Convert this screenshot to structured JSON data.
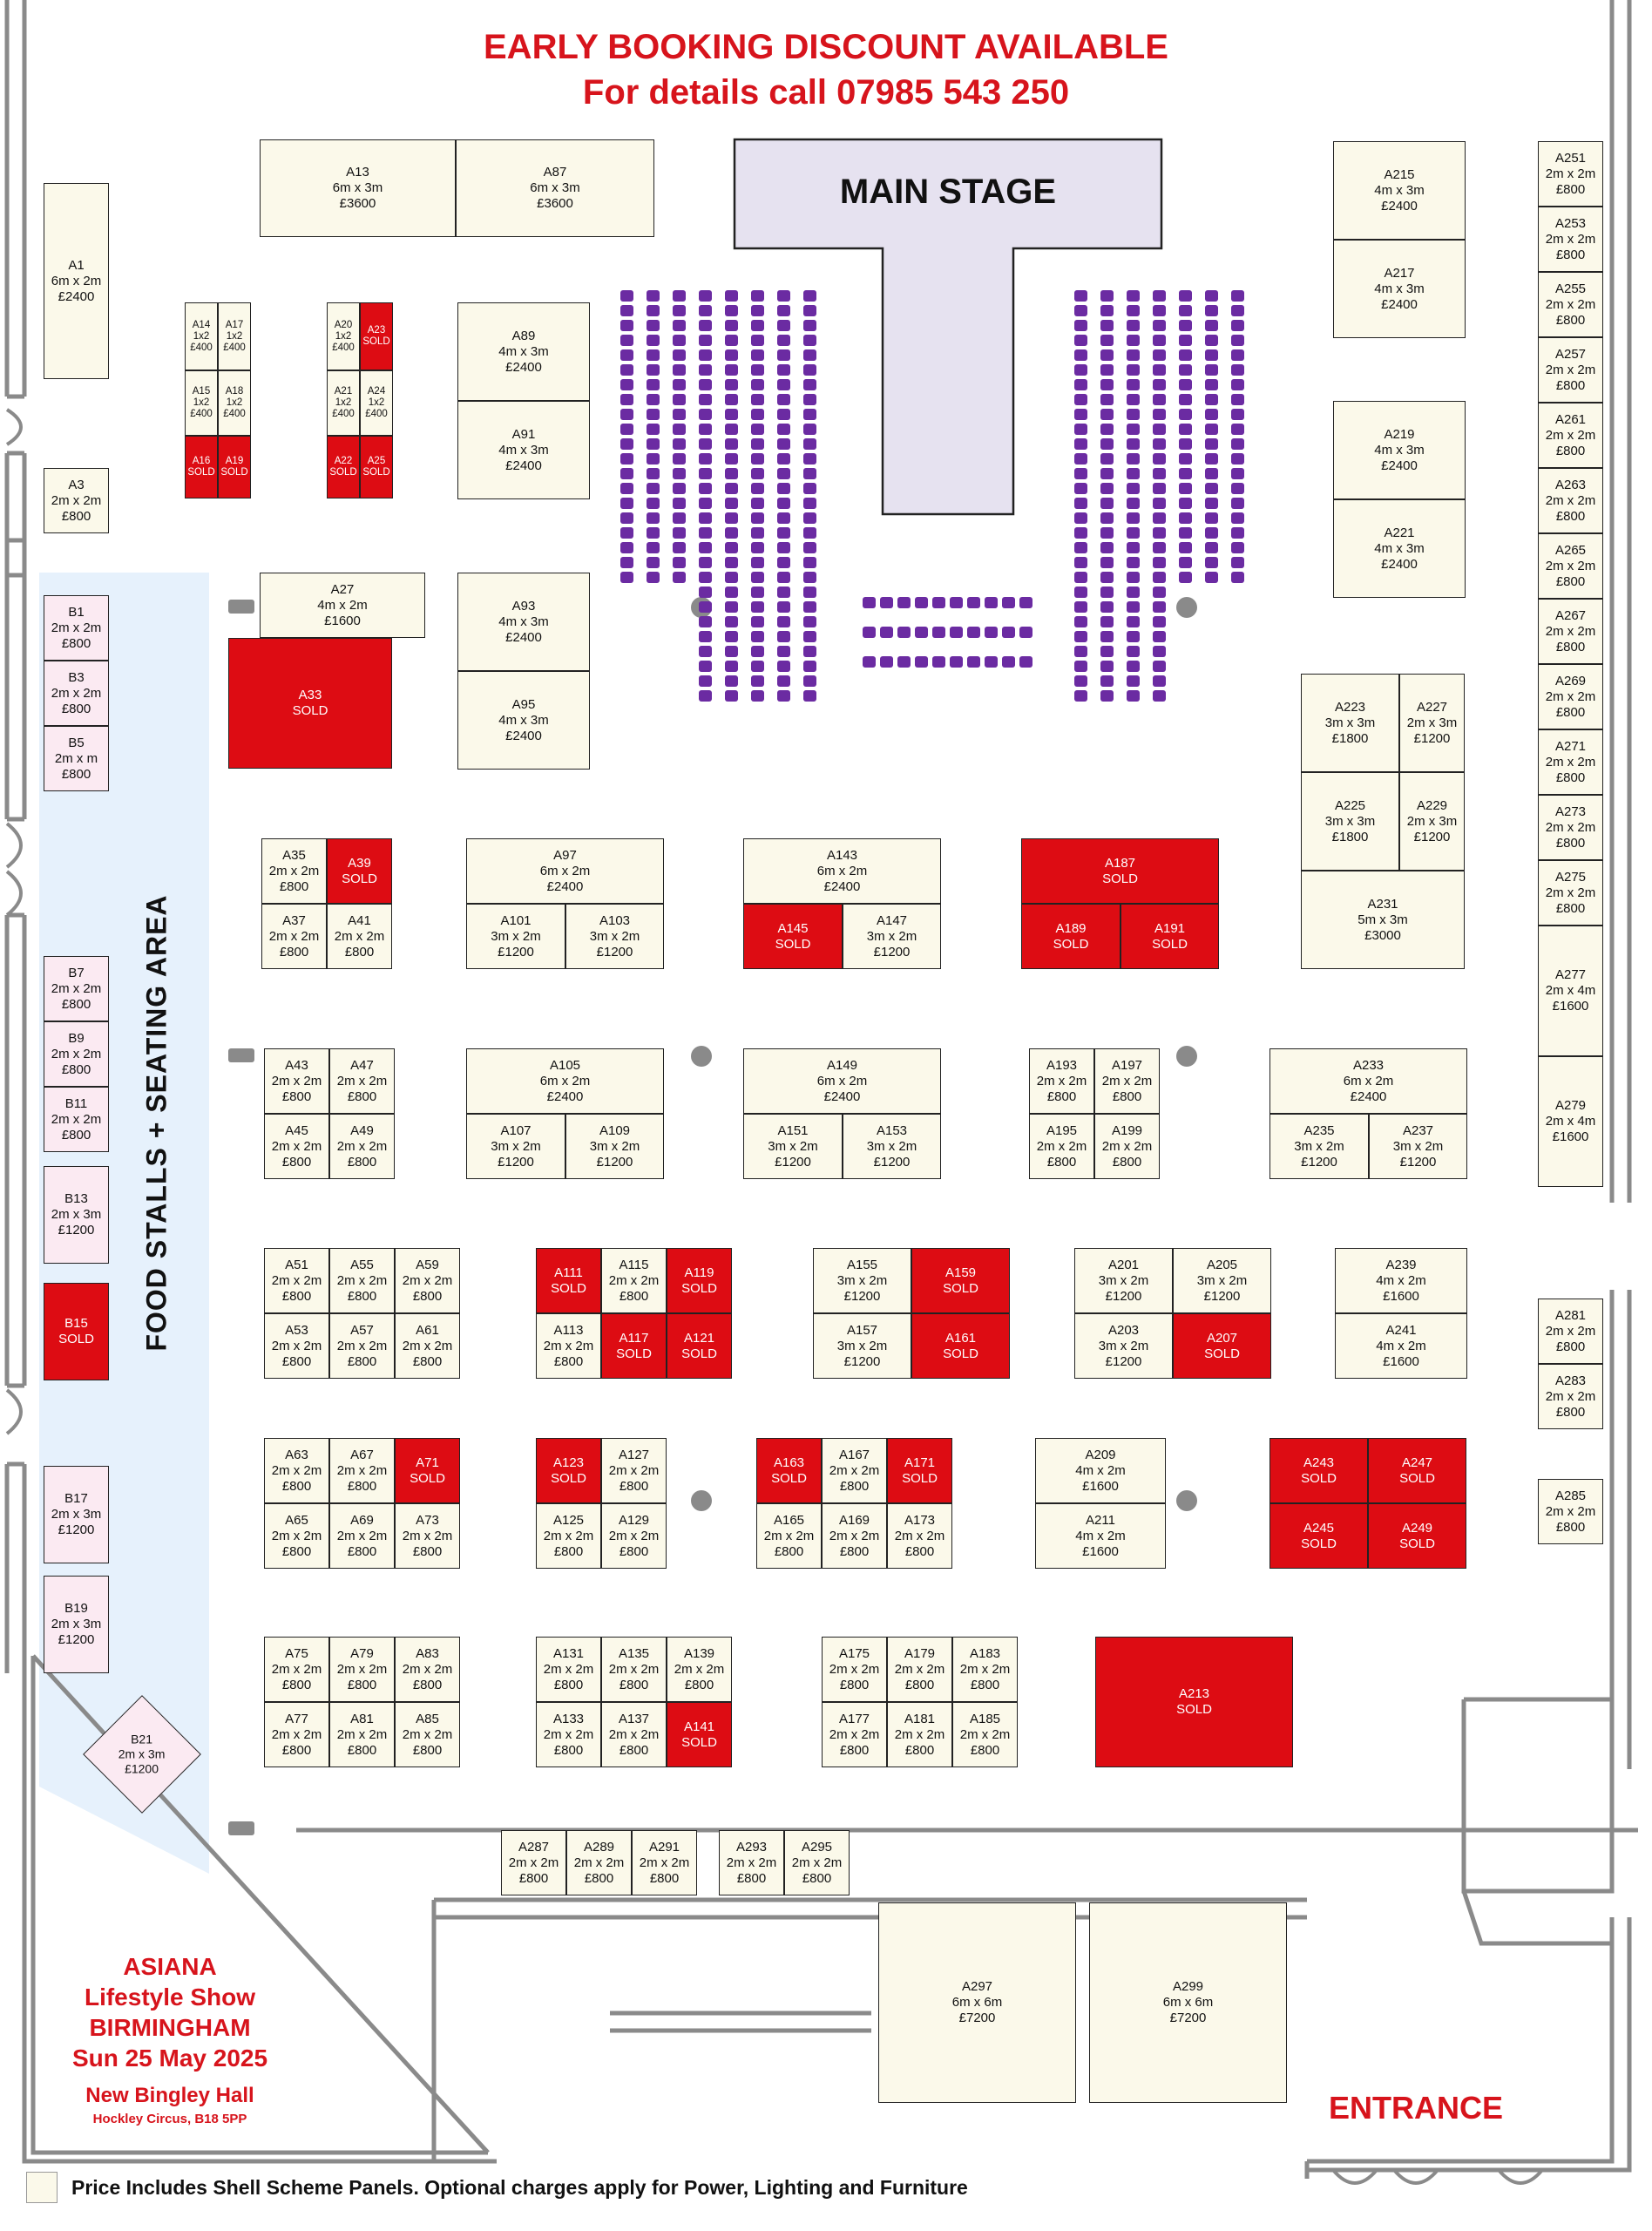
{
  "header": {
    "line1": "EARLY BOOKING DISCOUNT AVAILABLE",
    "line2": "For details call 07985 543 250"
  },
  "stage": {
    "label": "MAIN STAGE"
  },
  "food_area": {
    "label": "FOOD STALLS + SEATING AREA"
  },
  "entrance": {
    "label": "ENTRANCE"
  },
  "event": {
    "name1": "ASIANA",
    "name2": "Lifestyle Show",
    "city": "BIRMINGHAM",
    "date": "Sun 25 May 2025",
    "venue": "New Bingley Hall",
    "address": "Hockley Circus, B18 5PP"
  },
  "legend": {
    "text": "Price Includes Shell Scheme Panels. Optional charges apply for Power, Lighting and Furniture"
  },
  "colors": {
    "sold": "#dd0c13",
    "available": "#fbf9ea",
    "food_stall": "#fbeaf2",
    "seating_area": "#e6f1fc",
    "stage": "#e6e2f0",
    "seat": "#6b2ba2",
    "accent": "#d7141c"
  },
  "stands": [
    [
      "A13",
      "6m x 3m",
      "£3600"
    ],
    [
      "A87",
      "6m x 3m",
      "£3600"
    ],
    [
      "A1",
      "6m x 2m",
      "£2400"
    ],
    [
      "A3",
      "2m x 2m",
      "£800"
    ],
    [
      "A14",
      "1x2",
      "£400"
    ],
    [
      "A17",
      "1x2",
      "£400"
    ],
    [
      "A15",
      "1x2",
      "£400"
    ],
    [
      "A18",
      "1x2",
      "£400"
    ],
    [
      "A16",
      "SOLD",
      ""
    ],
    [
      "A19",
      "SOLD",
      ""
    ],
    [
      "A20",
      "1x2",
      "£400"
    ],
    [
      "A23",
      "SOLD",
      ""
    ],
    [
      "A21",
      "1x2",
      "£400"
    ],
    [
      "A24",
      "1x2",
      "£400"
    ],
    [
      "A22",
      "SOLD",
      ""
    ],
    [
      "A25",
      "SOLD",
      ""
    ],
    [
      "A89",
      "4m x 3m",
      "£2400"
    ],
    [
      "A91",
      "4m x 3m",
      "£2400"
    ],
    [
      "A27",
      "4m x 2m",
      "£1600"
    ],
    [
      "A33",
      "SOLD",
      ""
    ],
    [
      "A93",
      "4m x 3m",
      "£2400"
    ],
    [
      "A95",
      "4m x 3m",
      "£2400"
    ],
    [
      "A215",
      "4m x 3m",
      "£2400"
    ],
    [
      "A217",
      "4m x 3m",
      "£2400"
    ],
    [
      "A219",
      "4m x 3m",
      "£2400"
    ],
    [
      "A221",
      "4m x 3m",
      "£2400"
    ],
    [
      "A251",
      "2m x 2m",
      "£800"
    ],
    [
      "A253",
      "2m x 2m",
      "£800"
    ],
    [
      "A255",
      "2m x 2m",
      "£800"
    ],
    [
      "A257",
      "2m x 2m",
      "£800"
    ],
    [
      "A261",
      "2m x 2m",
      "£800"
    ],
    [
      "A263",
      "2m x 2m",
      "£800"
    ],
    [
      "A265",
      "2m x 2m",
      "£800"
    ],
    [
      "A267",
      "2m x 2m",
      "£800"
    ],
    [
      "A269",
      "2m x 2m",
      "£800"
    ],
    [
      "A271",
      "2m x 2m",
      "£800"
    ],
    [
      "A273",
      "2m x 2m",
      "£800"
    ],
    [
      "A275",
      "2m x 2m",
      "£800"
    ],
    [
      "A277",
      "2m x 4m",
      "£1600"
    ],
    [
      "A279",
      "2m x 4m",
      "£1600"
    ],
    [
      "A281",
      "2m x 2m",
      "£800"
    ],
    [
      "A283",
      "2m x 2m",
      "£800"
    ],
    [
      "A285",
      "2m x 2m",
      "£800"
    ],
    [
      "B1",
      "2m x 2m",
      "£800"
    ],
    [
      "B3",
      "2m x 2m",
      "£800"
    ],
    [
      "B5",
      "2m x m",
      "£800"
    ],
    [
      "B7",
      "2m x 2m",
      "£800"
    ],
    [
      "B9",
      "2m x 2m",
      "£800"
    ],
    [
      "B11",
      "2m x 2m",
      "£800"
    ],
    [
      "B13",
      "2m x 3m",
      "£1200"
    ],
    [
      "B15",
      "SOLD",
      ""
    ],
    [
      "B17",
      "2m x 3m",
      "£1200"
    ],
    [
      "B19",
      "2m x 3m",
      "£1200"
    ],
    [
      "B21",
      "2m x 3m",
      "£1200"
    ],
    [
      "A223",
      "3m x 3m",
      "£1800"
    ],
    [
      "A227",
      "2m x 3m",
      "£1200"
    ],
    [
      "A225",
      "3m x 3m",
      "£1800"
    ],
    [
      "A229",
      "2m x 3m",
      "£1200"
    ],
    [
      "A231",
      "5m x 3m",
      "£3000"
    ],
    [
      "A35",
      "2m x 2m",
      "£800"
    ],
    [
      "A39",
      "SOLD",
      ""
    ],
    [
      "A37",
      "2m x 2m",
      "£800"
    ],
    [
      "A41",
      "2m x 2m",
      "£800"
    ],
    [
      "A97",
      "6m x 2m",
      "£2400"
    ],
    [
      "A101",
      "3m x 2m",
      "£1200"
    ],
    [
      "A103",
      "3m x 2m",
      "£1200"
    ],
    [
      "A143",
      "6m x 2m",
      "£2400"
    ],
    [
      "A145",
      "SOLD",
      ""
    ],
    [
      "A147",
      "3m x 2m",
      "£1200"
    ],
    [
      "A187",
      "SOLD",
      ""
    ],
    [
      "A189",
      "SOLD",
      ""
    ],
    [
      "A191",
      "SOLD",
      ""
    ],
    [
      "A43",
      "2m x 2m",
      "£800"
    ],
    [
      "A47",
      "2m x 2m",
      "£800"
    ],
    [
      "A45",
      "2m x 2m",
      "£800"
    ],
    [
      "A49",
      "2m x 2m",
      "£800"
    ],
    [
      "A105",
      "6m x 2m",
      "£2400"
    ],
    [
      "A107",
      "3m x 2m",
      "£1200"
    ],
    [
      "A109",
      "3m x 2m",
      "£1200"
    ],
    [
      "A149",
      "6m x 2m",
      "£2400"
    ],
    [
      "A151",
      "3m x 2m",
      "£1200"
    ],
    [
      "A153",
      "3m x 2m",
      "£1200"
    ],
    [
      "A193",
      "2m x 2m",
      "£800"
    ],
    [
      "A197",
      "2m x 2m",
      "£800"
    ],
    [
      "A195",
      "2m x 2m",
      "£800"
    ],
    [
      "A199",
      "2m x 2m",
      "£800"
    ],
    [
      "A233",
      "6m x 2m",
      "£2400"
    ],
    [
      "A235",
      "3m x 2m",
      "£1200"
    ],
    [
      "A237",
      "3m x 2m",
      "£1200"
    ],
    [
      "A51",
      "2m x 2m",
      "£800"
    ],
    [
      "A55",
      "2m x 2m",
      "£800"
    ],
    [
      "A59",
      "2m x 2m",
      "£800"
    ],
    [
      "A53",
      "2m x 2m",
      "£800"
    ],
    [
      "A57",
      "2m x 2m",
      "£800"
    ],
    [
      "A61",
      "2m x 2m",
      "£800"
    ],
    [
      "A111",
      "SOLD",
      ""
    ],
    [
      "A115",
      "2m x 2m",
      "£800"
    ],
    [
      "A119",
      "SOLD",
      ""
    ],
    [
      "A113",
      "2m x 2m",
      "£800"
    ],
    [
      "A117",
      "SOLD",
      ""
    ],
    [
      "A121",
      "SOLD",
      ""
    ],
    [
      "A155",
      "3m x 2m",
      "£1200"
    ],
    [
      "A159",
      "SOLD",
      ""
    ],
    [
      "A157",
      "3m x 2m",
      "£1200"
    ],
    [
      "A161",
      "SOLD",
      ""
    ],
    [
      "A201",
      "3m x 2m",
      "£1200"
    ],
    [
      "A205",
      "3m x 2m",
      "£1200"
    ],
    [
      "A203",
      "3m x 2m",
      "£1200"
    ],
    [
      "A207",
      "SOLD",
      ""
    ],
    [
      "A239",
      "4m x 2m",
      "£1600"
    ],
    [
      "A241",
      "4m x 2m",
      "£1600"
    ],
    [
      "A63",
      "2m x 2m",
      "£800"
    ],
    [
      "A67",
      "2m x 2m",
      "£800"
    ],
    [
      "A71",
      "SOLD",
      ""
    ],
    [
      "A65",
      "2m x 2m",
      "£800"
    ],
    [
      "A69",
      "2m x 2m",
      "£800"
    ],
    [
      "A73",
      "2m x 2m",
      "£800"
    ],
    [
      "A123",
      "SOLD",
      ""
    ],
    [
      "A127",
      "2m x 2m",
      "£800"
    ],
    [
      "A125",
      "2m x 2m",
      "£800"
    ],
    [
      "A129",
      "2m x 2m",
      "£800"
    ],
    [
      "A163",
      "SOLD",
      ""
    ],
    [
      "A167",
      "2m x 2m",
      "£800"
    ],
    [
      "A171",
      "SOLD",
      ""
    ],
    [
      "A165",
      "2m x 2m",
      "£800"
    ],
    [
      "A169",
      "2m x 2m",
      "£800"
    ],
    [
      "A173",
      "2m x 2m",
      "£800"
    ],
    [
      "A209",
      "4m x 2m",
      "£1600"
    ],
    [
      "A211",
      "4m x 2m",
      "£1600"
    ],
    [
      "A243",
      "SOLD",
      ""
    ],
    [
      "A247",
      "SOLD",
      ""
    ],
    [
      "A245",
      "SOLD",
      ""
    ],
    [
      "A249",
      "SOLD",
      ""
    ],
    [
      "A75",
      "2m x 2m",
      "£800"
    ],
    [
      "A79",
      "2m x 2m",
      "£800"
    ],
    [
      "A83",
      "2m x 2m",
      "£800"
    ],
    [
      "A77",
      "2m x 2m",
      "£800"
    ],
    [
      "A81",
      "2m x 2m",
      "£800"
    ],
    [
      "A85",
      "2m x 2m",
      "£800"
    ],
    [
      "A131",
      "2m x 2m",
      "£800"
    ],
    [
      "A135",
      "2m x 2m",
      "£800"
    ],
    [
      "A139",
      "2m x 2m",
      "£800"
    ],
    [
      "A133",
      "2m x 2m",
      "£800"
    ],
    [
      "A137",
      "2m x 2m",
      "£800"
    ],
    [
      "A141",
      "SOLD",
      ""
    ],
    [
      "A175",
      "2m x 2m",
      "£800"
    ],
    [
      "A179",
      "2m x 2m",
      "£800"
    ],
    [
      "A183",
      "2m x 2m",
      "£800"
    ],
    [
      "A177",
      "2m x 2m",
      "£800"
    ],
    [
      "A181",
      "2m x 2m",
      "£800"
    ],
    [
      "A185",
      "2m x 2m",
      "£800"
    ],
    [
      "A213",
      "SOLD",
      ""
    ],
    [
      "A287",
      "2m x 2m",
      "£800"
    ],
    [
      "A289",
      "2m x 2m",
      "£800"
    ],
    [
      "A291",
      "2m x 2m",
      "£800"
    ],
    [
      "A293",
      "2m x 2m",
      "£800"
    ],
    [
      "A295",
      "2m x 2m",
      "£800"
    ],
    [
      "A297",
      "6m x 6m",
      "£7200"
    ],
    [
      "A299",
      "6m x 6m",
      "£7200"
    ]
  ]
}
